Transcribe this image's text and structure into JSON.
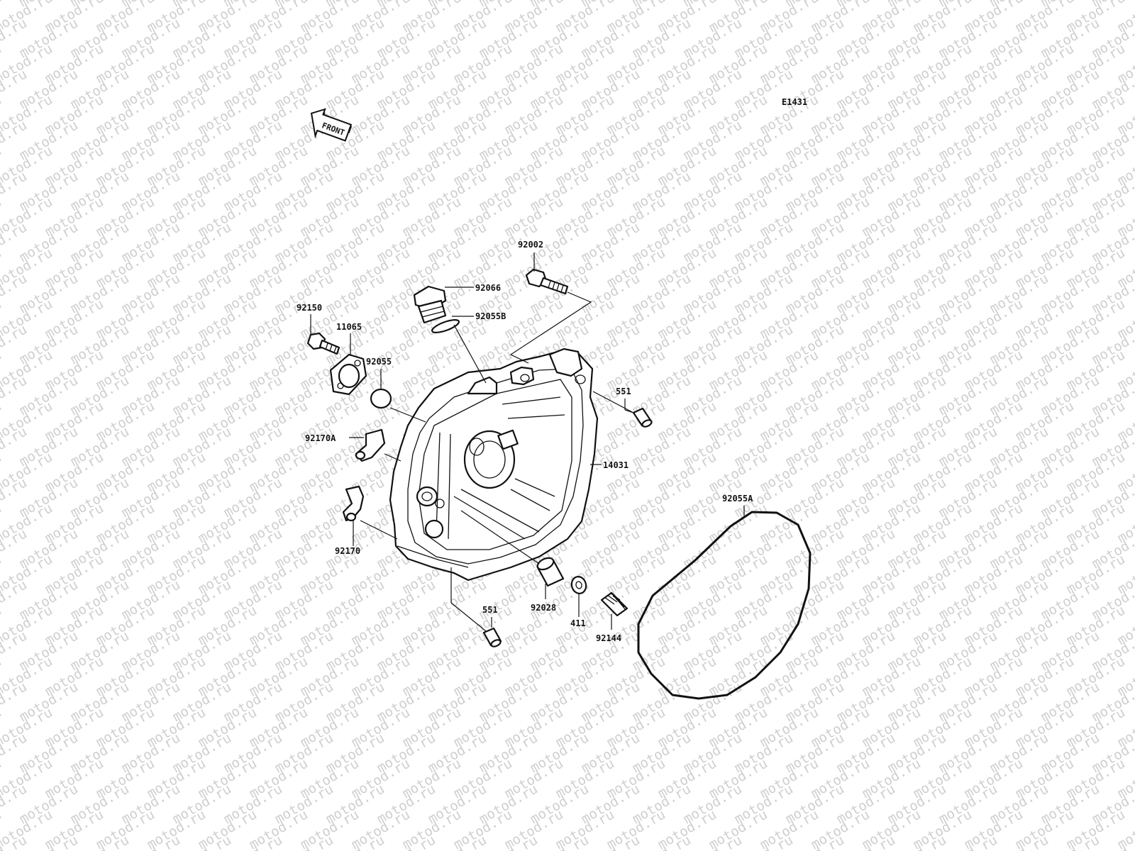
{
  "diagram": {
    "code": "E1431",
    "front_label": "FRONT",
    "watermark_text": "motod.ru",
    "colors": {
      "line": "#111111",
      "background": "#ffffff",
      "watermark": "#cfcfcf"
    },
    "labels": {
      "p92002": "92002",
      "p92066": "92066",
      "p92055B": "92055B",
      "p92150": "92150",
      "p11065": "11065",
      "p92055": "92055",
      "p551_top": "551",
      "p92170A": "92170A",
      "p14031": "14031",
      "p92055A": "92055A",
      "p92170": "92170",
      "p551_bottom": "551",
      "p92028": "92028",
      "p411": "411",
      "p92144": "92144"
    }
  }
}
